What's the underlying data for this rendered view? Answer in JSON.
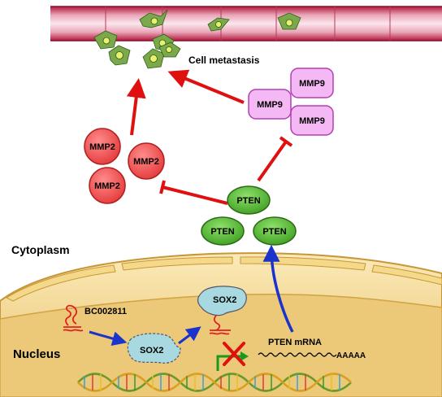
{
  "labels": {
    "cell_metastasis": "Cell metastasis",
    "cytoplasm": "Cytoplasm",
    "nucleus": "Nucleus",
    "lncrna": "BC002811",
    "sox2_bound": "SOX2",
    "sox2_free": "SOX2",
    "pten_mrna": "PTEN mRNA",
    "poly_a": "AAAAA"
  },
  "mmp2": [
    "MMP2",
    "MMP2",
    "MMP2"
  ],
  "mmp9": [
    "MMP9",
    "MMP9",
    "MMP9"
  ],
  "pten": [
    "PTEN",
    "PTEN",
    "PTEN"
  ],
  "colors": {
    "vessel": "#c0284a",
    "mmp2_fill": "#f05a5a",
    "mmp9_fill": "#f4b8f4",
    "pten_fill": "#5cbf3a",
    "sox2_fill": "#a8d8e0",
    "arrow_red": "#e01010",
    "arrow_blue": "#1a33cc",
    "cell_fill": "#f6dc96",
    "nucleus_fill": "#ecc978"
  }
}
